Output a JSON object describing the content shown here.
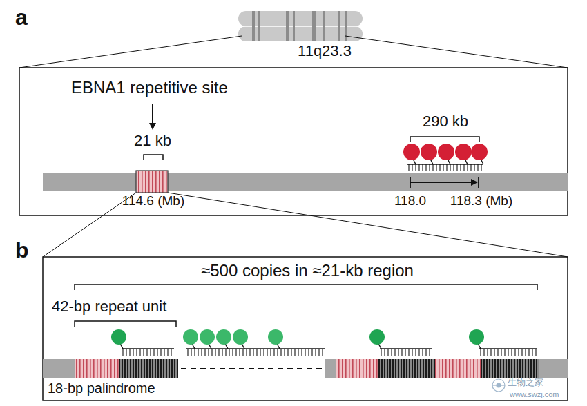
{
  "diagram": {
    "labels": [
      "a",
      "11q23.3",
      "EBNA1 repetitive site",
      "21 kb",
      "114.6 (Mb)",
      "290 kb",
      "118.0",
      "118.3 (Mb)",
      "b",
      "≈500 copies in ≈21-kb region",
      "42-bp repeat unit",
      "18-bp palindrome",
      "生物之家",
      "www.swzj.com"
    ]
  }
}
